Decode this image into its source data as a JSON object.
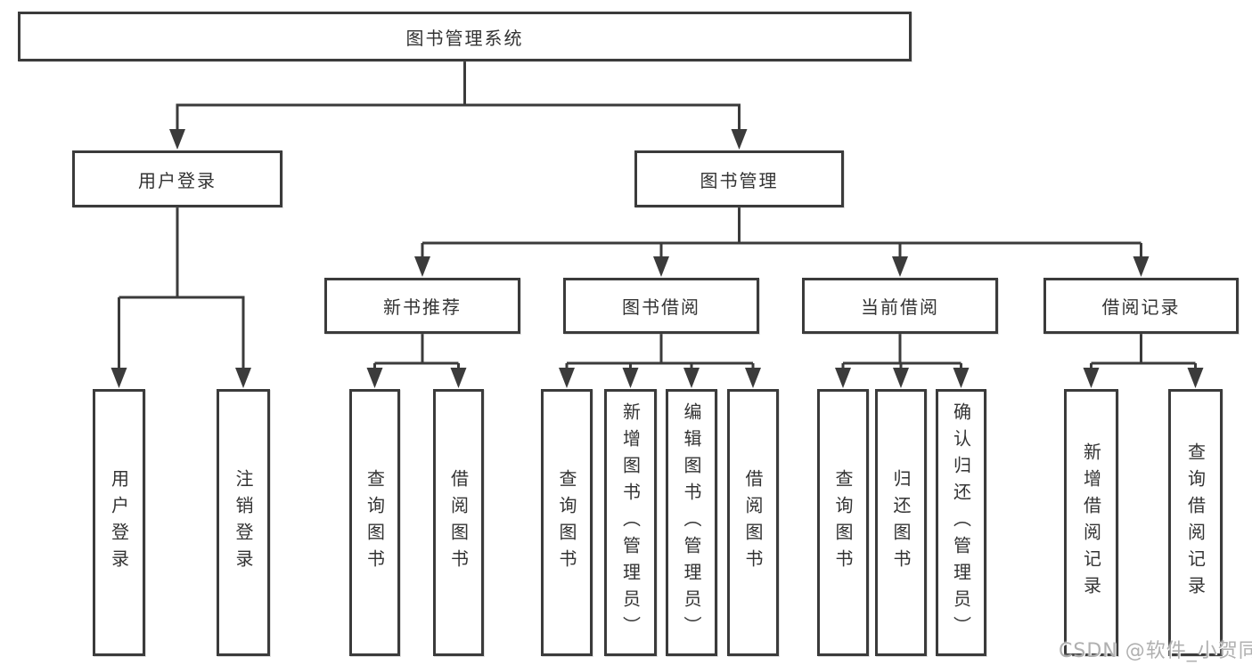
{
  "tree": {
    "root": "图书管理系统",
    "branches": [
      {
        "label": "用户登录",
        "children": [
          "用户登录",
          "注销登录"
        ]
      },
      {
        "label": "图书管理",
        "sections": [
          {
            "label": "新书推荐",
            "children": [
              "查询图书",
              "借阅图书"
            ]
          },
          {
            "label": "图书借阅",
            "children": [
              "查询图书",
              "新增图书（管理员）",
              "编辑图书（管理员）",
              "借阅图书"
            ]
          },
          {
            "label": "当前借阅",
            "children": [
              "查询图书",
              "归还图书",
              "确认归还（管理员）"
            ]
          },
          {
            "label": "借阅记录",
            "children": [
              "新增借阅记录",
              "查询借阅记录"
            ]
          }
        ]
      }
    ]
  },
  "watermark": "CSDN @软件_小贺同学",
  "colors": {
    "line": "#3b3b3b",
    "text": "#333333",
    "watermark": "#b0b0b0",
    "background": "#ffffff"
  }
}
